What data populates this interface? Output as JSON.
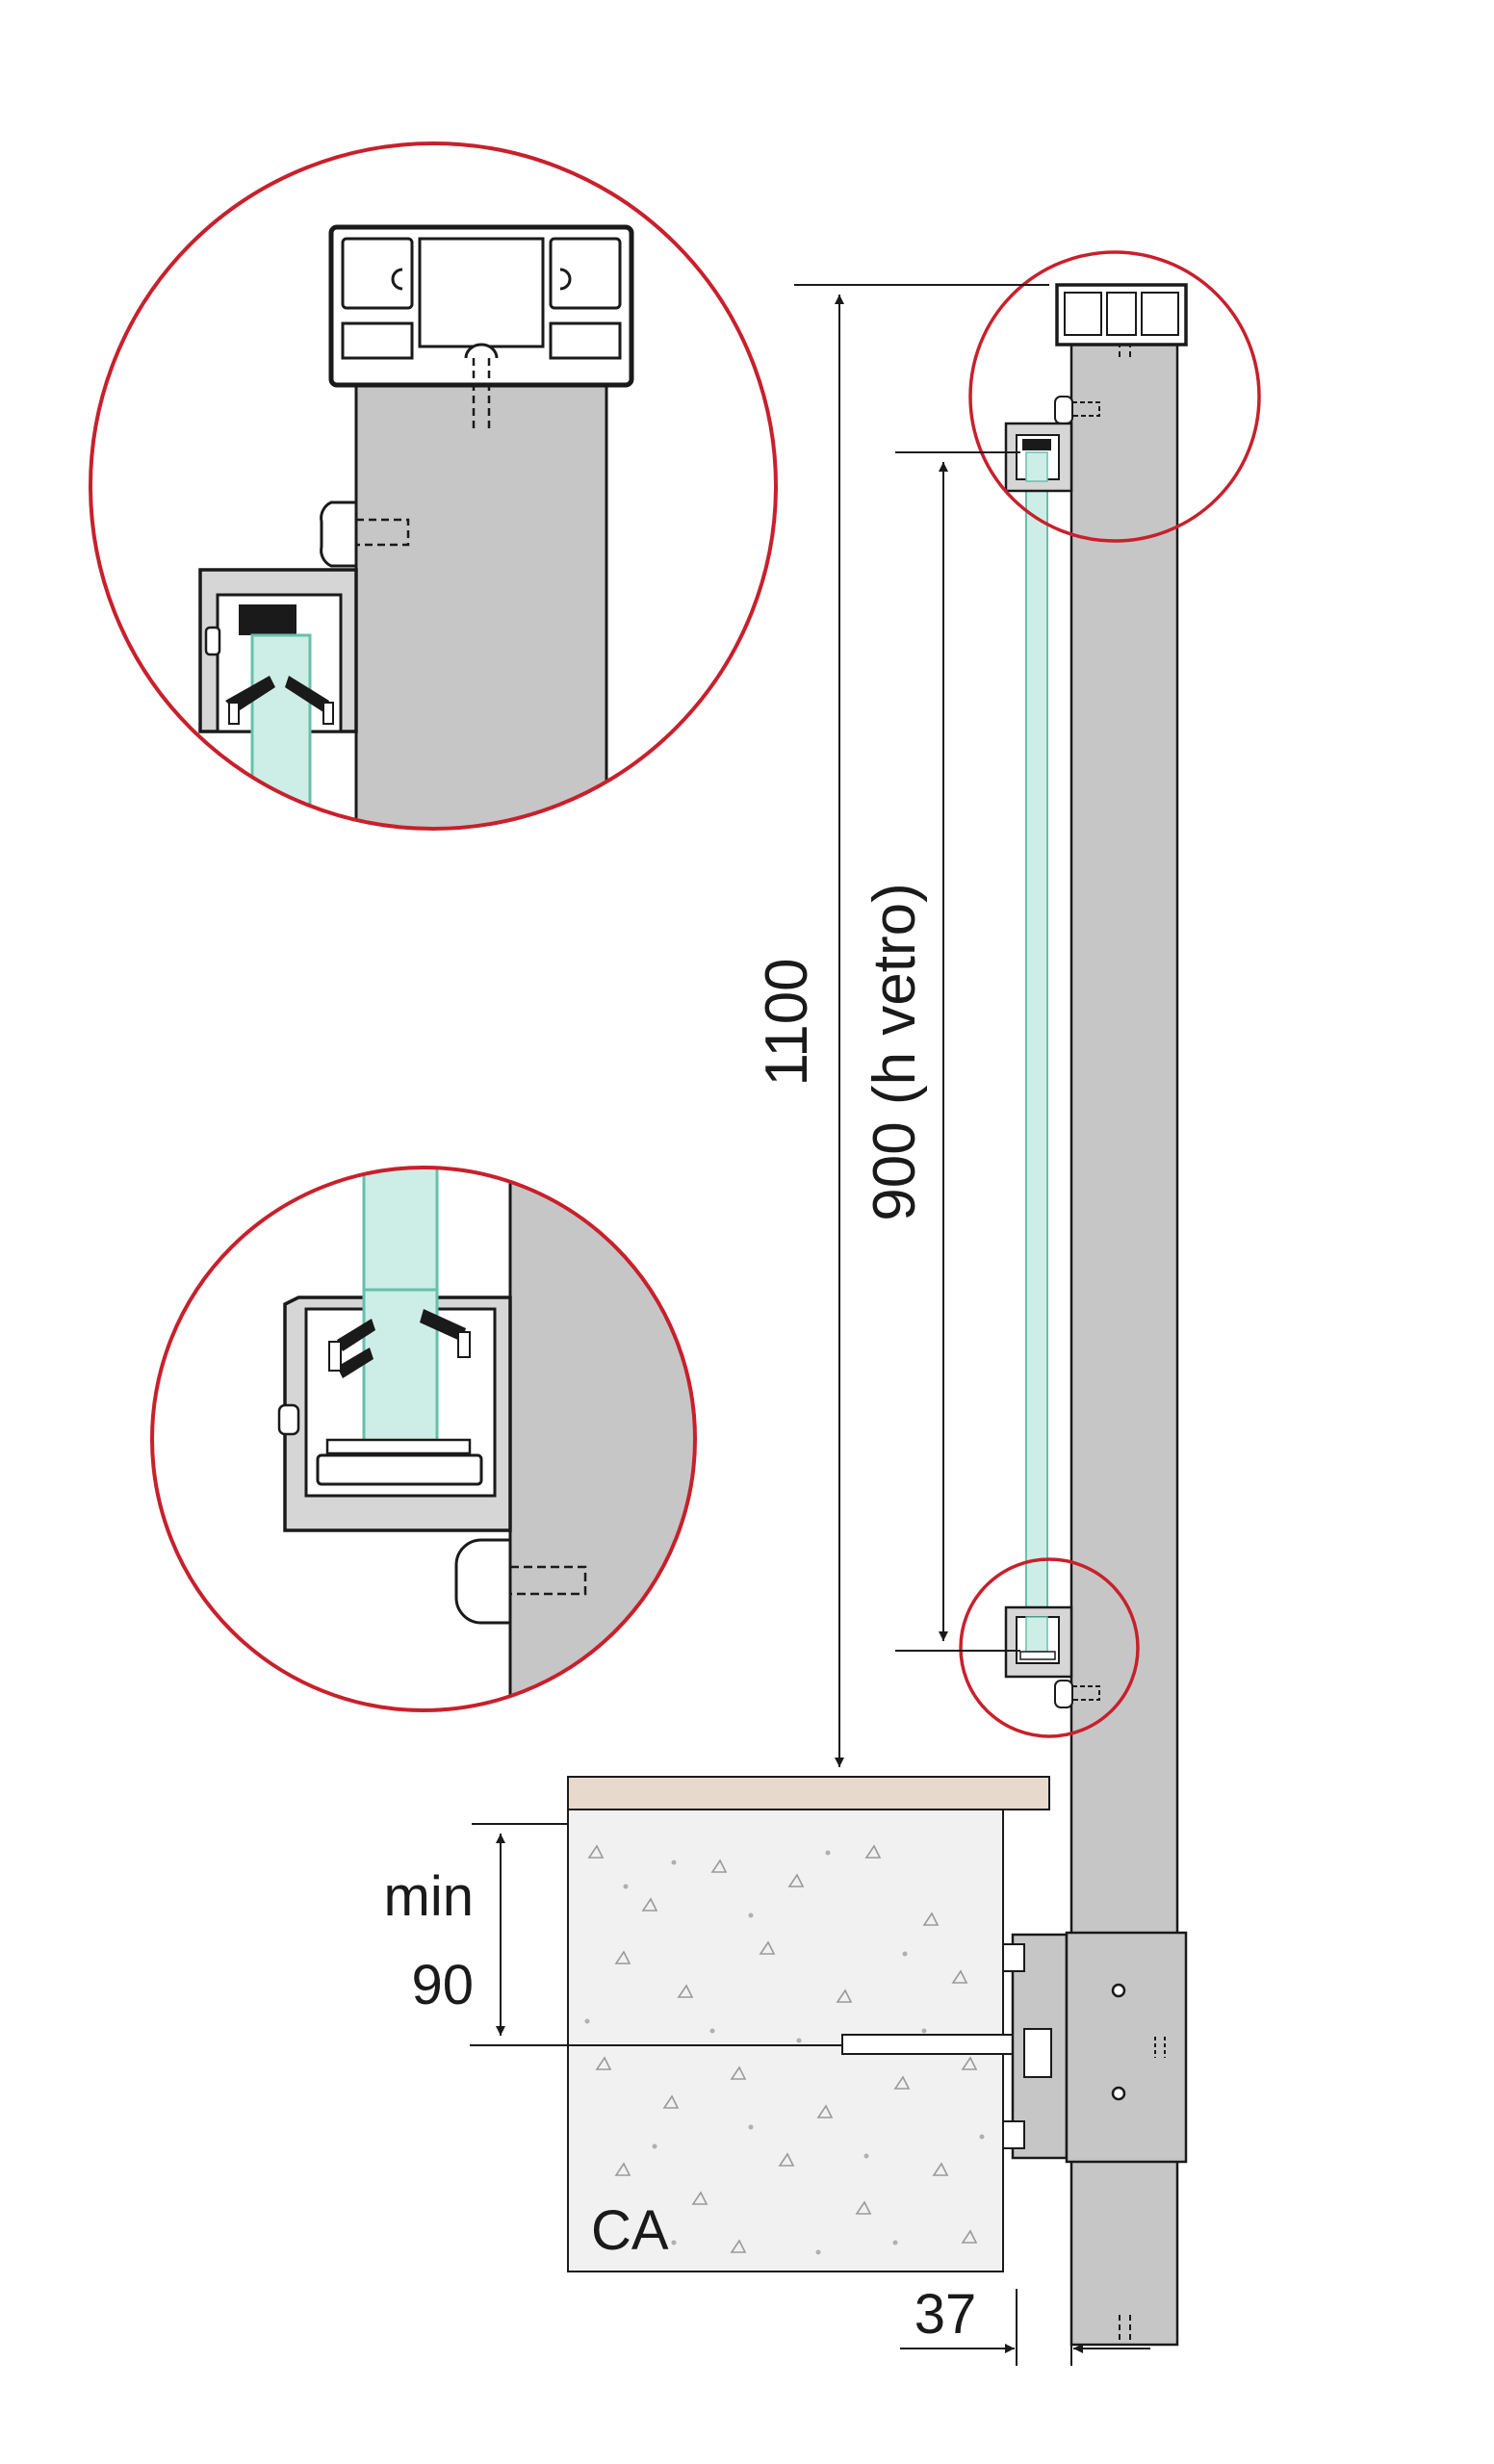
{
  "dimensions": {
    "total_height": "1100",
    "glass_height": "900  (h vetro)",
    "min_label_line1": "min",
    "min_label_line2": "90",
    "offset": "37"
  },
  "labels": {
    "material": "CA"
  },
  "colors": {
    "detail_circle": "#c8202c",
    "post_fill": "#c6c6c6",
    "glass_fill": "#cdeee6",
    "glass_stroke": "#66c0ab",
    "deck_fill": "#e8d9cd",
    "concrete_fill": "#f1f1f1",
    "line": "#1a1a1a"
  }
}
